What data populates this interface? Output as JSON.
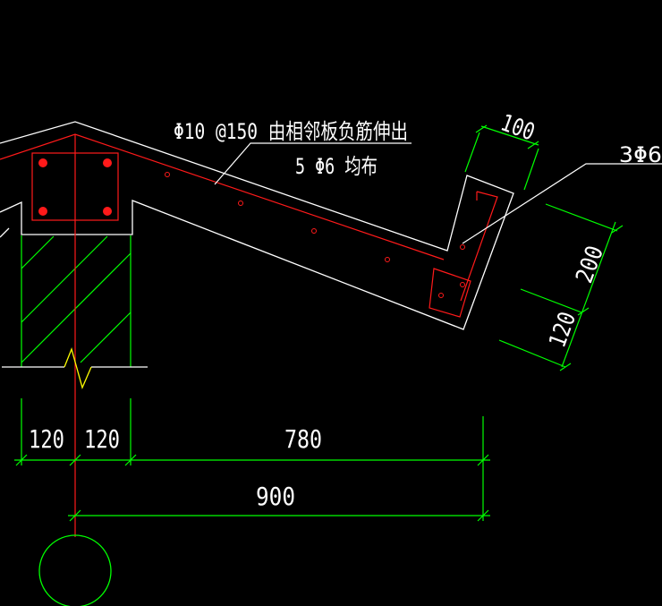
{
  "colors": {
    "background": "#000000",
    "outline": "#ffffff",
    "rebar": "#ff1a1a",
    "dimension": "#00ff00",
    "hatch": "#00ff00",
    "break_line": "#ffff00",
    "axis_circle": "#00ff00"
  },
  "annotations": {
    "main_rebar_line1": "Φ10 @150 由相邻板负筋伸出",
    "main_rebar_line2": "5 Φ6 均布",
    "edge_rebar": "3Φ6"
  },
  "dimensions": {
    "upturn_width": "100",
    "upturn_height": "200",
    "slab_thickness": "120",
    "wall_left": "120",
    "wall_right": "120",
    "overhang": "780",
    "total": "900"
  },
  "icons": {
    "break_symbol": "break-line-icon",
    "axis_bubble": "axis-circle-icon"
  }
}
